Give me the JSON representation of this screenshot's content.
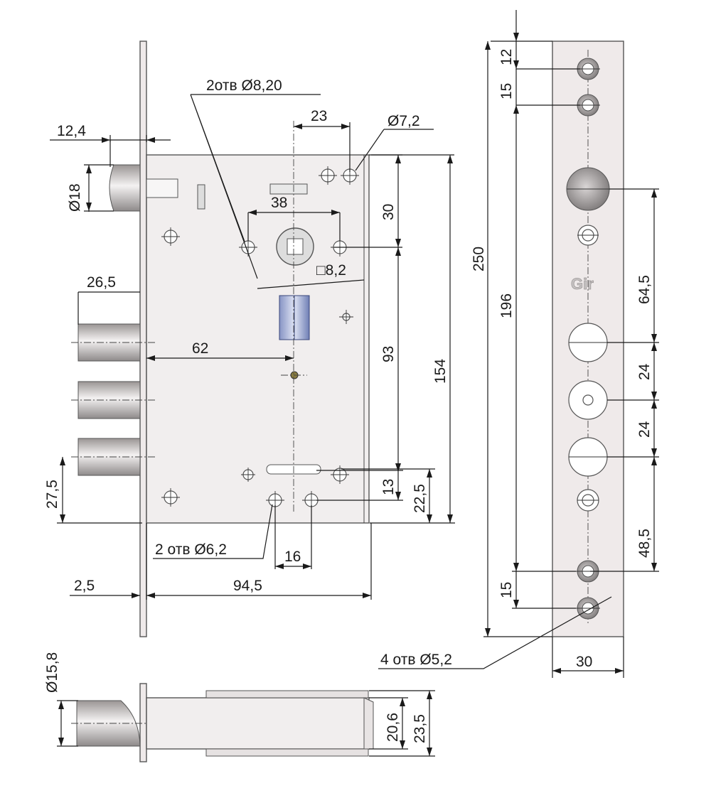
{
  "dimensions": {
    "d_12_4": "12,4",
    "d_dia18": "Ø18",
    "d_26_5": "26,5",
    "d_62": "62",
    "d_27_5": "27,5",
    "d_2_5": "2,5",
    "d_94_5": "94,5",
    "d_2holes_8_20": "2отв  Ø8,20",
    "d_23": "23",
    "d_dia7_2": "Ø7,2",
    "d_38": "38",
    "d_sq8_2": "□8,2",
    "d_30_v": "30",
    "d_93": "93",
    "d_154": "154",
    "d_13": "13",
    "d_22_5": "22,5",
    "d_2holes_6_2": "2 отв  Ø6,2",
    "d_16": "16",
    "d_250": "250",
    "d_12": "12",
    "d_15_top": "15",
    "d_196": "196",
    "d_64_5": "64,5",
    "d_24_a": "24",
    "d_24_b": "24",
    "d_48_5": "48,5",
    "d_15_bot": "15",
    "d_4holes_5_2": "4 отв  Ø5,2",
    "d_30_h": "30",
    "d_dia15_8": "Ø15,8",
    "d_20_6": "20,6",
    "d_23_5": "23,5"
  },
  "logo": "Gir",
  "colors": {
    "body": "#f1eeee",
    "plate": "#efeaea",
    "latch": "#6f7fb5",
    "line": "#1a1a1a"
  }
}
